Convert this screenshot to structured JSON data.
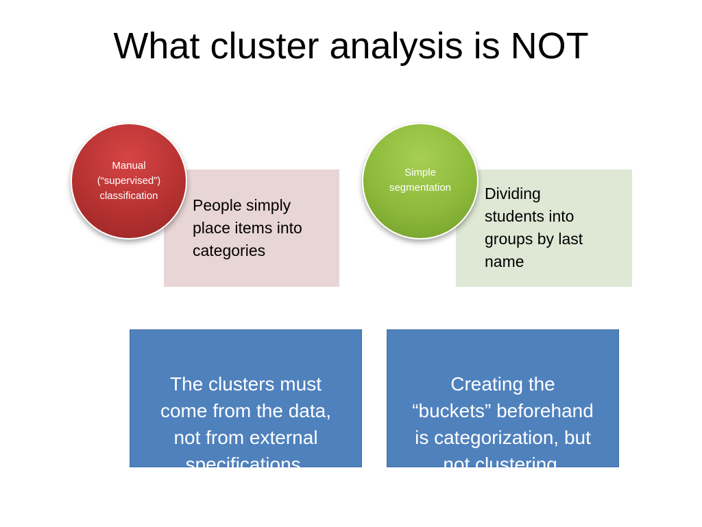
{
  "slide": {
    "title": "What cluster analysis is NOT"
  },
  "items": [
    {
      "circle_label": "Manual\n(“supervised”)\nclassification",
      "description": "People simply\nplace items into\ncategories",
      "circle_color": "#c0392b",
      "card_color": "#e8d5d5"
    },
    {
      "circle_label": "Simple\nsegmentation",
      "description": "Dividing\nstudents into\ngroups by last\nname",
      "circle_color": "#8dba3b",
      "card_color": "#dfe8d5"
    }
  ],
  "notes": [
    {
      "text": "The clusters must\ncome from the data,\nnot from external\nspecifications."
    },
    {
      "text": "Creating the\n“buckets” beforehand\nis categorization, but\nnot clustering."
    }
  ],
  "colors": {
    "note_background": "#4f81bd"
  }
}
